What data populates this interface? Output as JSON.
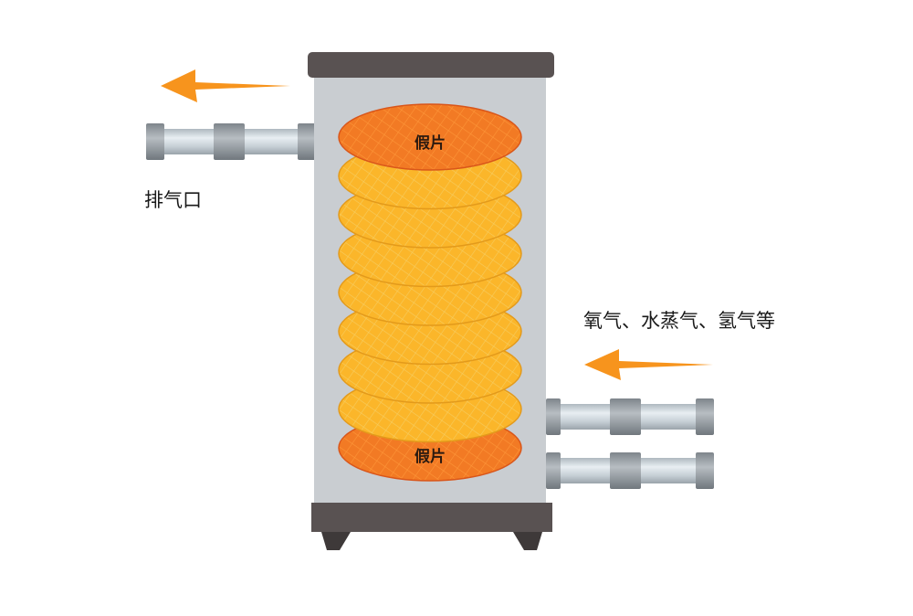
{
  "labels": {
    "exhaust": "排气口",
    "inlet_gases": "氧气、水蒸气、氢气等",
    "dummy_wafer_top": "假片",
    "dummy_wafer_bottom": "假片"
  },
  "wafer_stack": {
    "wafers": [
      {
        "kind": "dummy"
      },
      {
        "kind": "product"
      },
      {
        "kind": "product"
      },
      {
        "kind": "product"
      },
      {
        "kind": "product"
      },
      {
        "kind": "product"
      },
      {
        "kind": "product"
      },
      {
        "kind": "product"
      },
      {
        "kind": "dummy"
      }
    ]
  },
  "colors": {
    "arrow": "#F7941D",
    "chamber_body": "#C9CDD1",
    "chamber_cap": "#595252",
    "base": "#595252",
    "pipe": "#CBD5DB",
    "pipe_joint": "#9AA0A6",
    "wafer_product": "#FBB62A",
    "wafer_dummy": "#F27A24",
    "grid_product": "#F5D068",
    "grid_dummy": "#FF9A3C"
  }
}
